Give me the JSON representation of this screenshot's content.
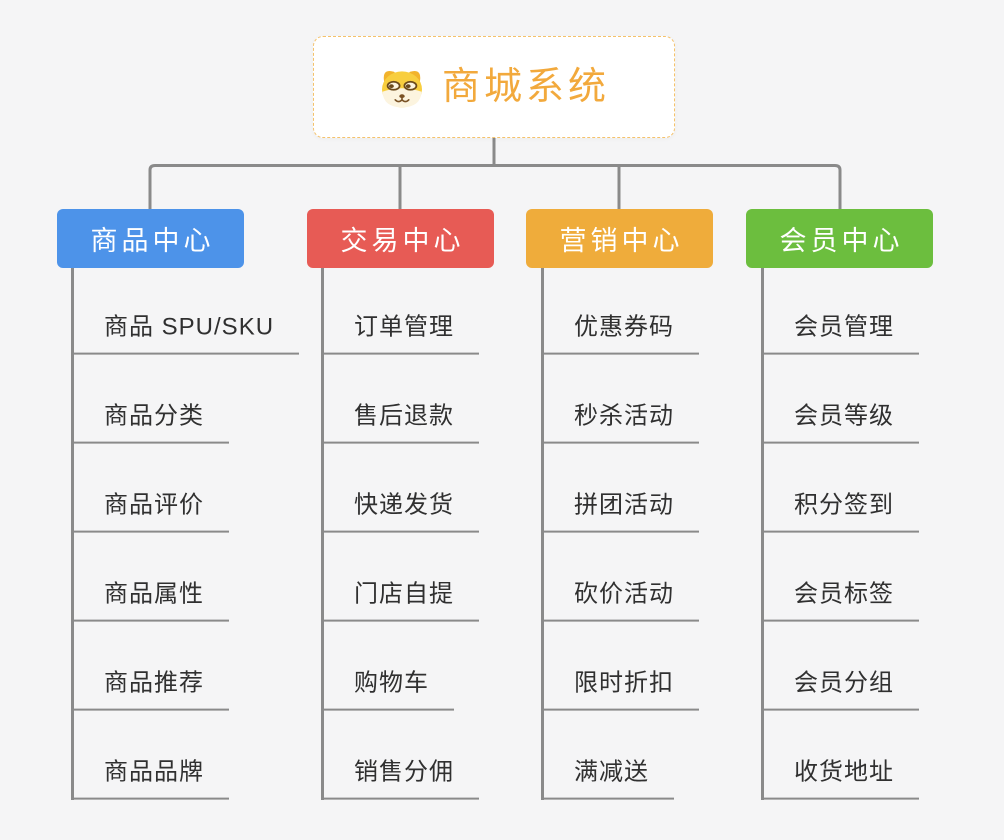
{
  "root": {
    "title": "商城系统",
    "icon": "doge-icon"
  },
  "branches": [
    {
      "label": "商品中心",
      "color": "#4D93E9",
      "children": [
        "商品 SPU/SKU",
        "商品分类",
        "商品评价",
        "商品属性",
        "商品推荐",
        "商品品牌"
      ]
    },
    {
      "label": "交易中心",
      "color": "#E75B55",
      "children": [
        "订单管理",
        "售后退款",
        "快递发货",
        "门店自提",
        "购物车",
        "销售分佣"
      ]
    },
    {
      "label": "营销中心",
      "color": "#EFAC3B",
      "children": [
        "优惠券码",
        "秒杀活动",
        "拼团活动",
        "砍价活动",
        "限时折扣",
        "满减送"
      ]
    },
    {
      "label": "会员中心",
      "color": "#6CBE3E",
      "children": [
        "会员管理",
        "会员等级",
        "积分签到",
        "会员标签",
        "会员分组",
        "收货地址"
      ]
    }
  ],
  "colors": {
    "connector": "#8A8A8A",
    "background": "#F5F5F6",
    "leaf-text": "#303030",
    "title": "#F2A93C",
    "root-border": "#F5C26B"
  }
}
